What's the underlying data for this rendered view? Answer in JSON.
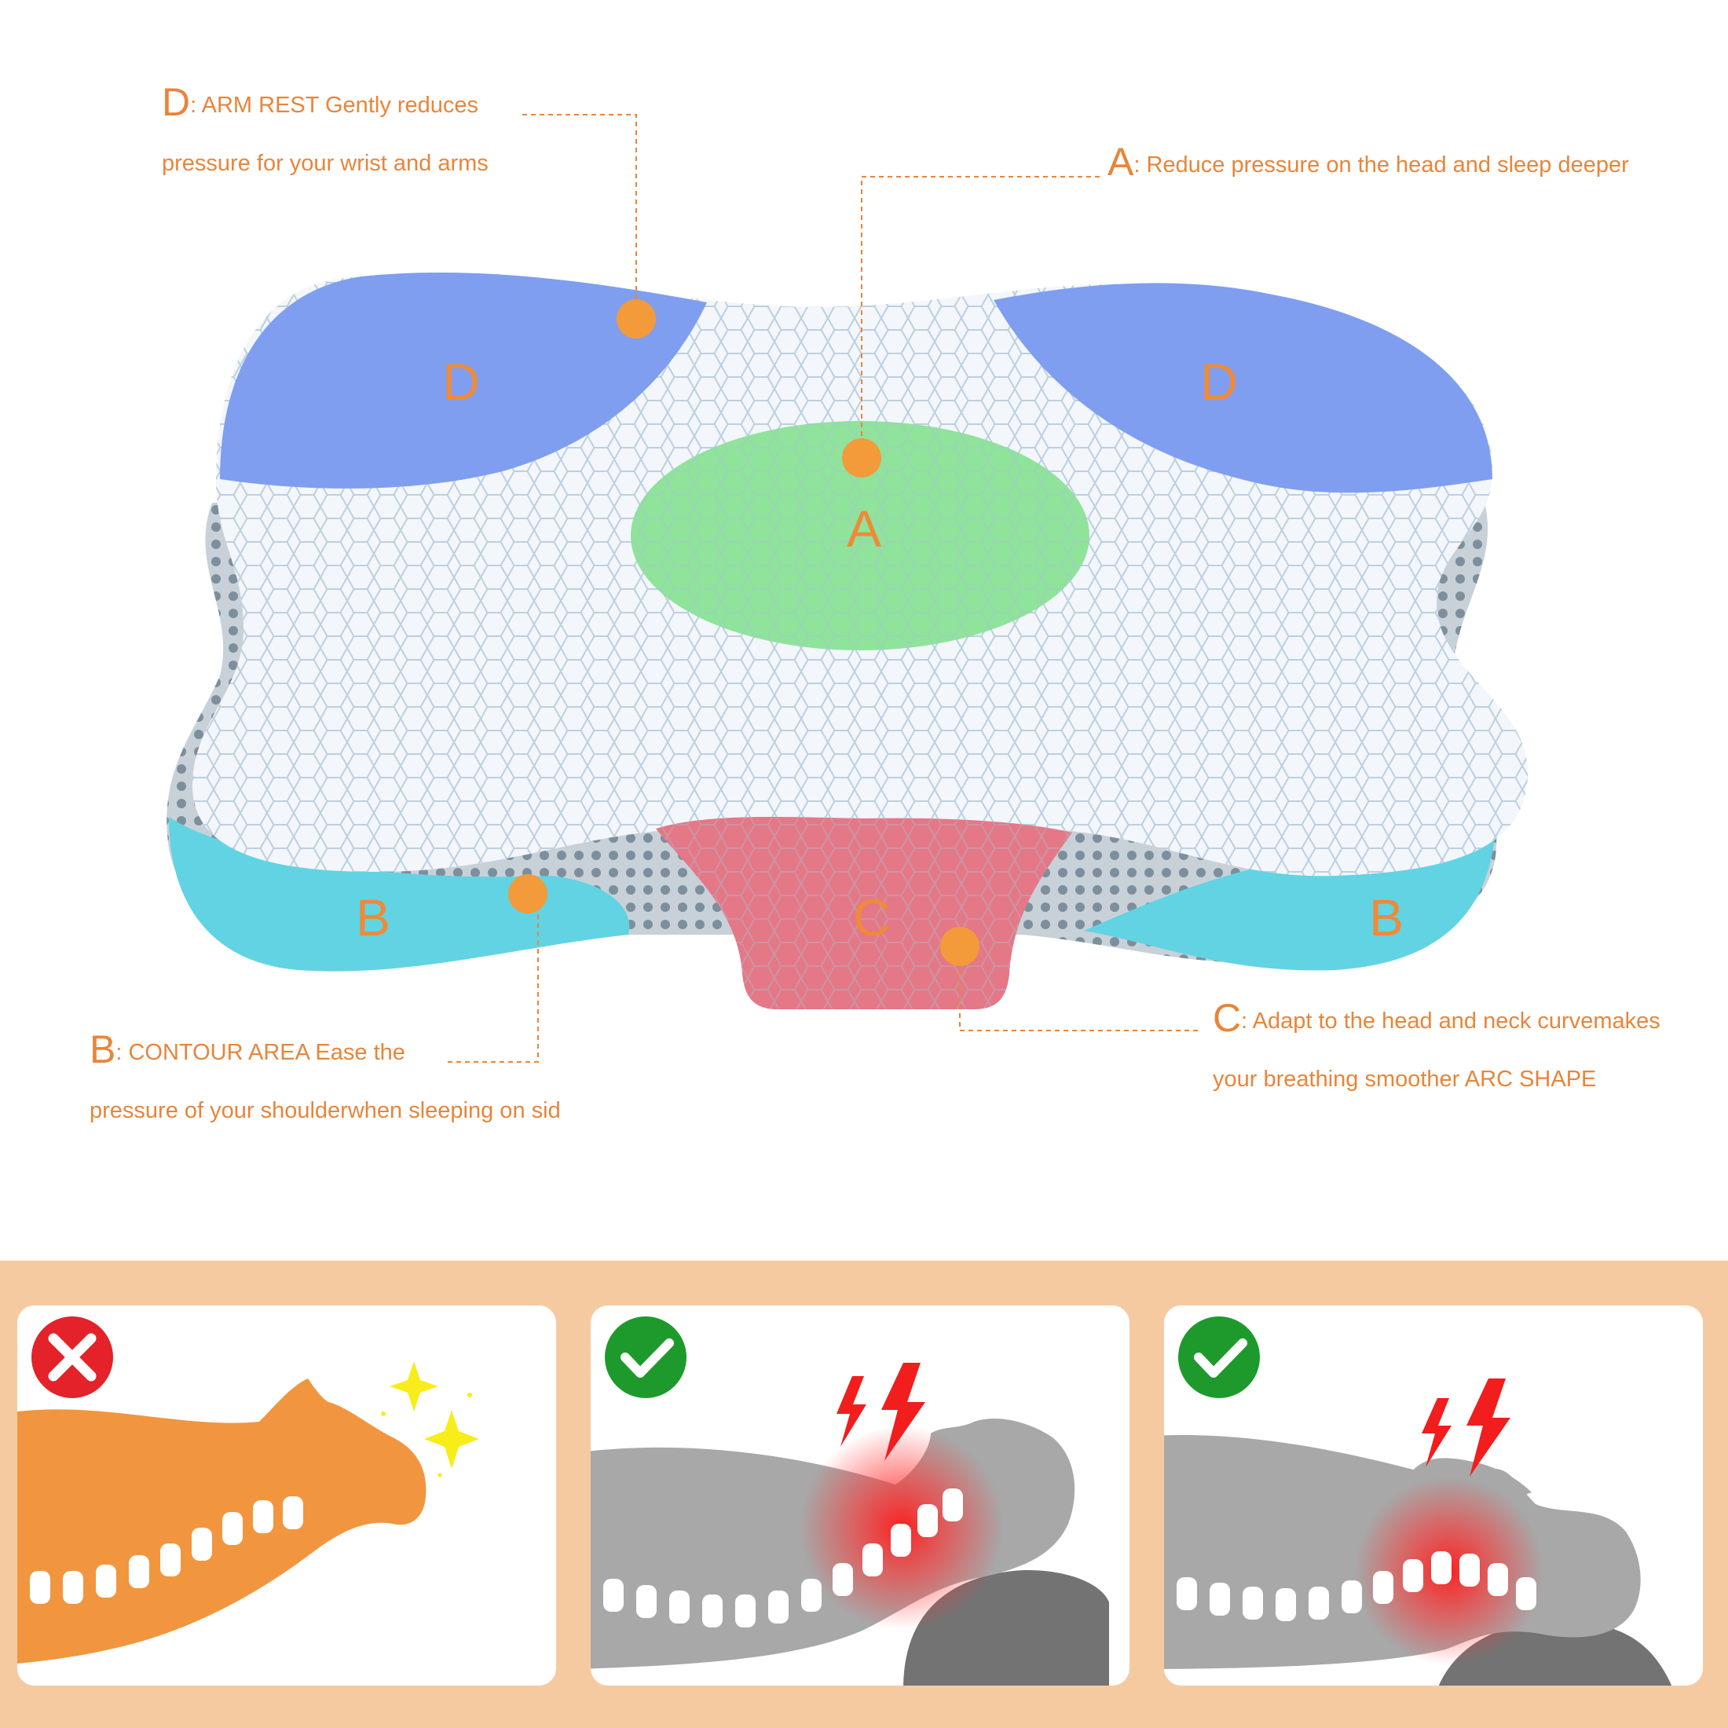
{
  "callouts": {
    "d": {
      "letter": "D",
      "line1": ": ARM REST Gently reduces",
      "line2": "pressure for your wrist and arms"
    },
    "a": {
      "letter": "A",
      "line1": ": Reduce pressure on the head and sleep deeper"
    },
    "b": {
      "letter": "B",
      "line1": ": CONTOUR AREA Ease the",
      "line2": "pressure of your shoulderwhen sleeping on sid"
    },
    "c": {
      "letter": "C",
      "line1": ": Adapt to the head and neck curvemakes",
      "line2": "your breathing smoother ARC SHAPE"
    }
  },
  "zones": {
    "d_left": "D",
    "d_right": "D",
    "a": "A",
    "b_left": "B",
    "b_right": "B",
    "c": "C"
  },
  "comparison_panels": [
    {
      "status_icon": "x-icon",
      "status": "wrong"
    },
    {
      "status_icon": "check-icon",
      "status": "correct",
      "pain_icon": "lightning-icon"
    },
    {
      "status_icon": "check-icon",
      "status": "correct",
      "pain_icon": "lightning-icon"
    }
  ],
  "colors": {
    "accent_orange": "#e8853a",
    "zone_d_blue": "#7f9ef0",
    "zone_a_green": "#8fe39b",
    "zone_b_cyan": "#62d3e3",
    "zone_c_red": "#e47887",
    "banner_bg": "#f6caa0",
    "wrong_red": "#e32229",
    "correct_green": "#1e9a2c",
    "figure_orange": "#f1963f",
    "figure_gray": "#a8a8a8",
    "pain_red": "#ff1a1a",
    "star_yellow": "#f8ec1a"
  }
}
